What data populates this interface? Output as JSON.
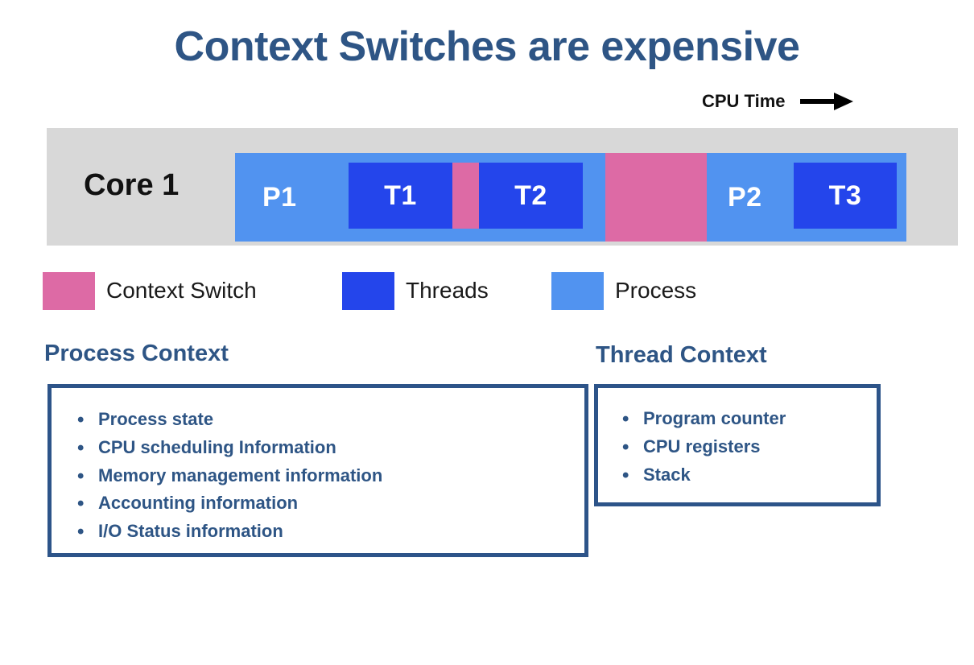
{
  "slide": {
    "title": "Context Switches are expensive"
  },
  "axis": {
    "cpu_time_label": "CPU Time",
    "arrow_icon": "arrow-right-icon"
  },
  "timeline": {
    "core_label": "Core 1",
    "band_color": "#d8d8d8",
    "segments": [
      {
        "id": "proc-p1",
        "label": "P1",
        "kind": "process",
        "color": "#5193f0"
      },
      {
        "id": "thread-t1",
        "label": "T1",
        "kind": "thread",
        "color": "#2445eb"
      },
      {
        "id": "cs-1",
        "label": "",
        "kind": "context-switch",
        "color": "#dd6aa5"
      },
      {
        "id": "thread-t2",
        "label": "T2",
        "kind": "thread",
        "color": "#2445eb"
      },
      {
        "id": "cs-2",
        "label": "",
        "kind": "context-switch",
        "color": "#dd6aa5"
      },
      {
        "id": "proc-p2",
        "label": "P2",
        "kind": "process",
        "color": "#5193f0"
      },
      {
        "id": "thread-t3",
        "label": "T3",
        "kind": "thread",
        "color": "#2445eb"
      }
    ]
  },
  "legend": {
    "items": [
      {
        "label": "Context Switch",
        "color": "#dd6aa5"
      },
      {
        "label": "Threads",
        "color": "#2445eb"
      },
      {
        "label": "Process",
        "color": "#5193f0"
      }
    ]
  },
  "process_context": {
    "heading": "Process Context",
    "items": [
      "Process state",
      "CPU scheduling Information",
      "Memory management information",
      "Accounting information",
      "I/O Status information"
    ]
  },
  "thread_context": {
    "heading": "Thread Context",
    "items": [
      "Program counter",
      "CPU registers",
      "Stack"
    ]
  },
  "colors": {
    "title_blue": "#2e5585",
    "box_border": "#2d5489",
    "process_blue": "#5193f0",
    "thread_blue": "#2445eb",
    "context_switch_pink": "#dd6aa5",
    "band_gray": "#d8d8d8"
  }
}
